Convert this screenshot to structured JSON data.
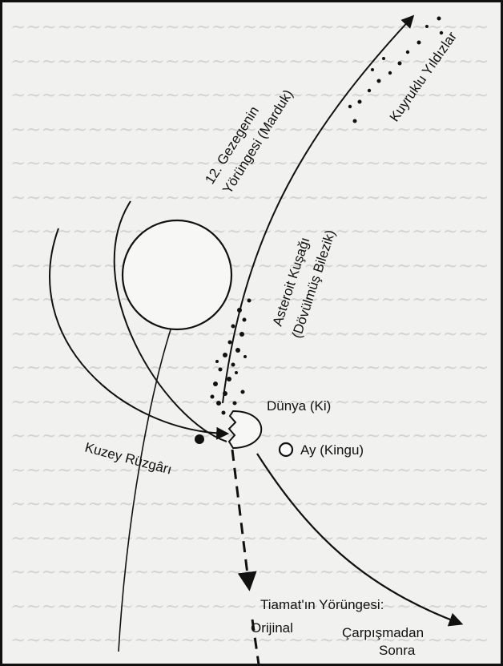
{
  "labels": {
    "planet12_line1": "12. Gezegenin",
    "planet12_line2": "Yörüngesi (Marduk)",
    "comets": "Kuyruklu Yıldızlar",
    "asteroid_line1": "Asteroit Kuşağı",
    "asteroid_line2": "(Dövülmüş Bilezik)",
    "earth": "Dünya (Ki)",
    "moon": "Ay (Kingu)",
    "north_wind": "Kuzey Rüzgârı",
    "tiamat_orbit": "Tiamat'ın Yörüngesi:",
    "original": "Orijinal",
    "after_line1": "Çarpışmadan",
    "after_line2": "Sonra"
  },
  "colors": {
    "ink": "#111111",
    "paper": "#f1f1ef",
    "ghost_text": "#c9c9c6"
  }
}
